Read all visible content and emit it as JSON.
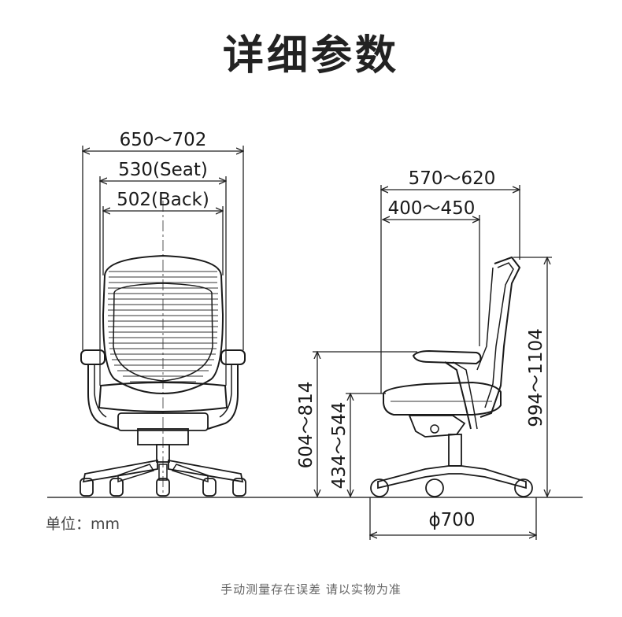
{
  "title": "详细参数",
  "dimensions": {
    "overall_width": "650～702",
    "seat_width": "530(Seat)",
    "back_width": "502(Back)",
    "overall_depth": "570～620",
    "seat_depth": "400～450",
    "armrest_height": "604～814",
    "seat_height": "434～544",
    "total_height": "994～1104",
    "base_diameter": "ϕ700"
  },
  "unit_label": "单位：mm",
  "footnote": "手动测量存在误差 请以实物为准"
}
